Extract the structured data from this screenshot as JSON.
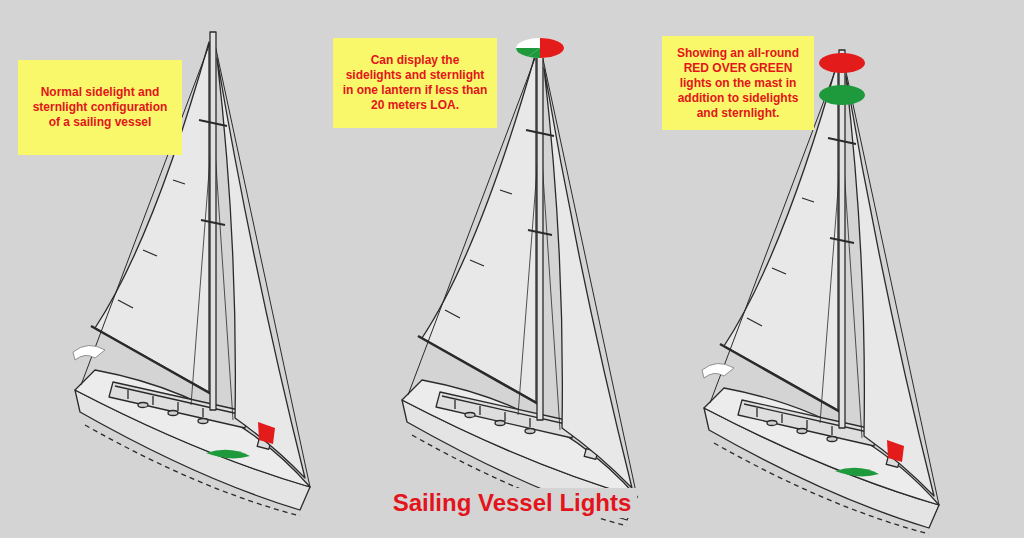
{
  "diagram": {
    "title": "Sailing Vessel Lights",
    "nodes": [
      {
        "text": [
          "Normal sidelight and sternlight configuration of a sailing vessel"
        ]
      },
      {
        "text": [
          "Can display the sidelights and sternlight in one lantern if less than 20 meters LOA."
        ]
      },
      {
        "text": [
          "Showing an all-round RED OVER GREEN lights on the mast in addition to sidelights and sternlight."
        ]
      }
    ]
  }
}
